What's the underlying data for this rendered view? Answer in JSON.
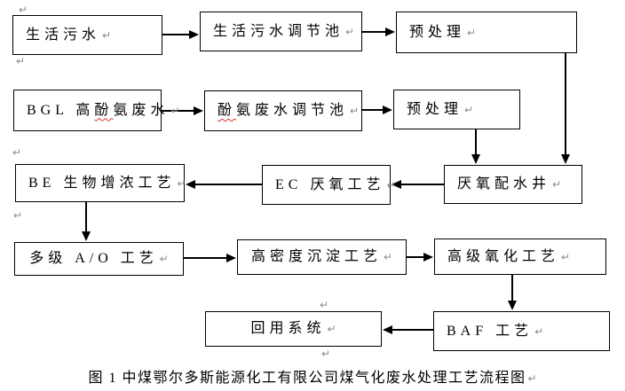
{
  "figure": {
    "caption": "图 1 中煤鄂尔多斯能源化工有限公司煤气化废水处理工艺流程图",
    "return_mark": "↵"
  },
  "nodes": {
    "domestic-sewage": {
      "label": "生活污水"
    },
    "domestic-sewage-tank": {
      "label": "生活污水调节池"
    },
    "pretreatment-domestic": {
      "label": "预处理"
    },
    "bgl-wastewater": {
      "prefix": "BGL 高",
      "misspelled": "酚",
      "suffix": "氨废水"
    },
    "phenol-ammonia-tank": {
      "misspelled": "酚",
      "suffix": "氨废水调节池"
    },
    "pretreatment-phenol": {
      "label": "预处理"
    },
    "be-bioconcentration": {
      "label": "BE 生物增浓工艺"
    },
    "ec-anaerobic": {
      "label": "EC 厌氧工艺"
    },
    "anaerobic-distribution-well": {
      "label": "厌氧配水井"
    },
    "multistage-ao": {
      "label": "多级 A/O 工艺"
    },
    "high-density-sedimentation": {
      "label": "高密度沉淀工艺"
    },
    "advanced-oxidation": {
      "label": "高级氧化工艺"
    },
    "reuse-system": {
      "label": "回用系统"
    },
    "baf": {
      "label": "BAF 工艺"
    }
  },
  "flow": {
    "edges": [
      {
        "from": "domestic-sewage",
        "to": "domestic-sewage-tank"
      },
      {
        "from": "domestic-sewage-tank",
        "to": "pretreatment-domestic"
      },
      {
        "from": "pretreatment-domestic",
        "to": "anaerobic-distribution-well"
      },
      {
        "from": "bgl-wastewater",
        "to": "phenol-ammonia-tank"
      },
      {
        "from": "phenol-ammonia-tank",
        "to": "pretreatment-phenol"
      },
      {
        "from": "pretreatment-phenol",
        "to": "anaerobic-distribution-well"
      },
      {
        "from": "anaerobic-distribution-well",
        "to": "ec-anaerobic"
      },
      {
        "from": "ec-anaerobic",
        "to": "be-bioconcentration"
      },
      {
        "from": "be-bioconcentration",
        "to": "multistage-ao"
      },
      {
        "from": "multistage-ao",
        "to": "high-density-sedimentation"
      },
      {
        "from": "high-density-sedimentation",
        "to": "advanced-oxidation"
      },
      {
        "from": "advanced-oxidation",
        "to": "baf"
      },
      {
        "from": "baf",
        "to": "reuse-system"
      }
    ],
    "colors": {
      "line": "#000000",
      "spellcheck_underline": "#e03030"
    }
  }
}
